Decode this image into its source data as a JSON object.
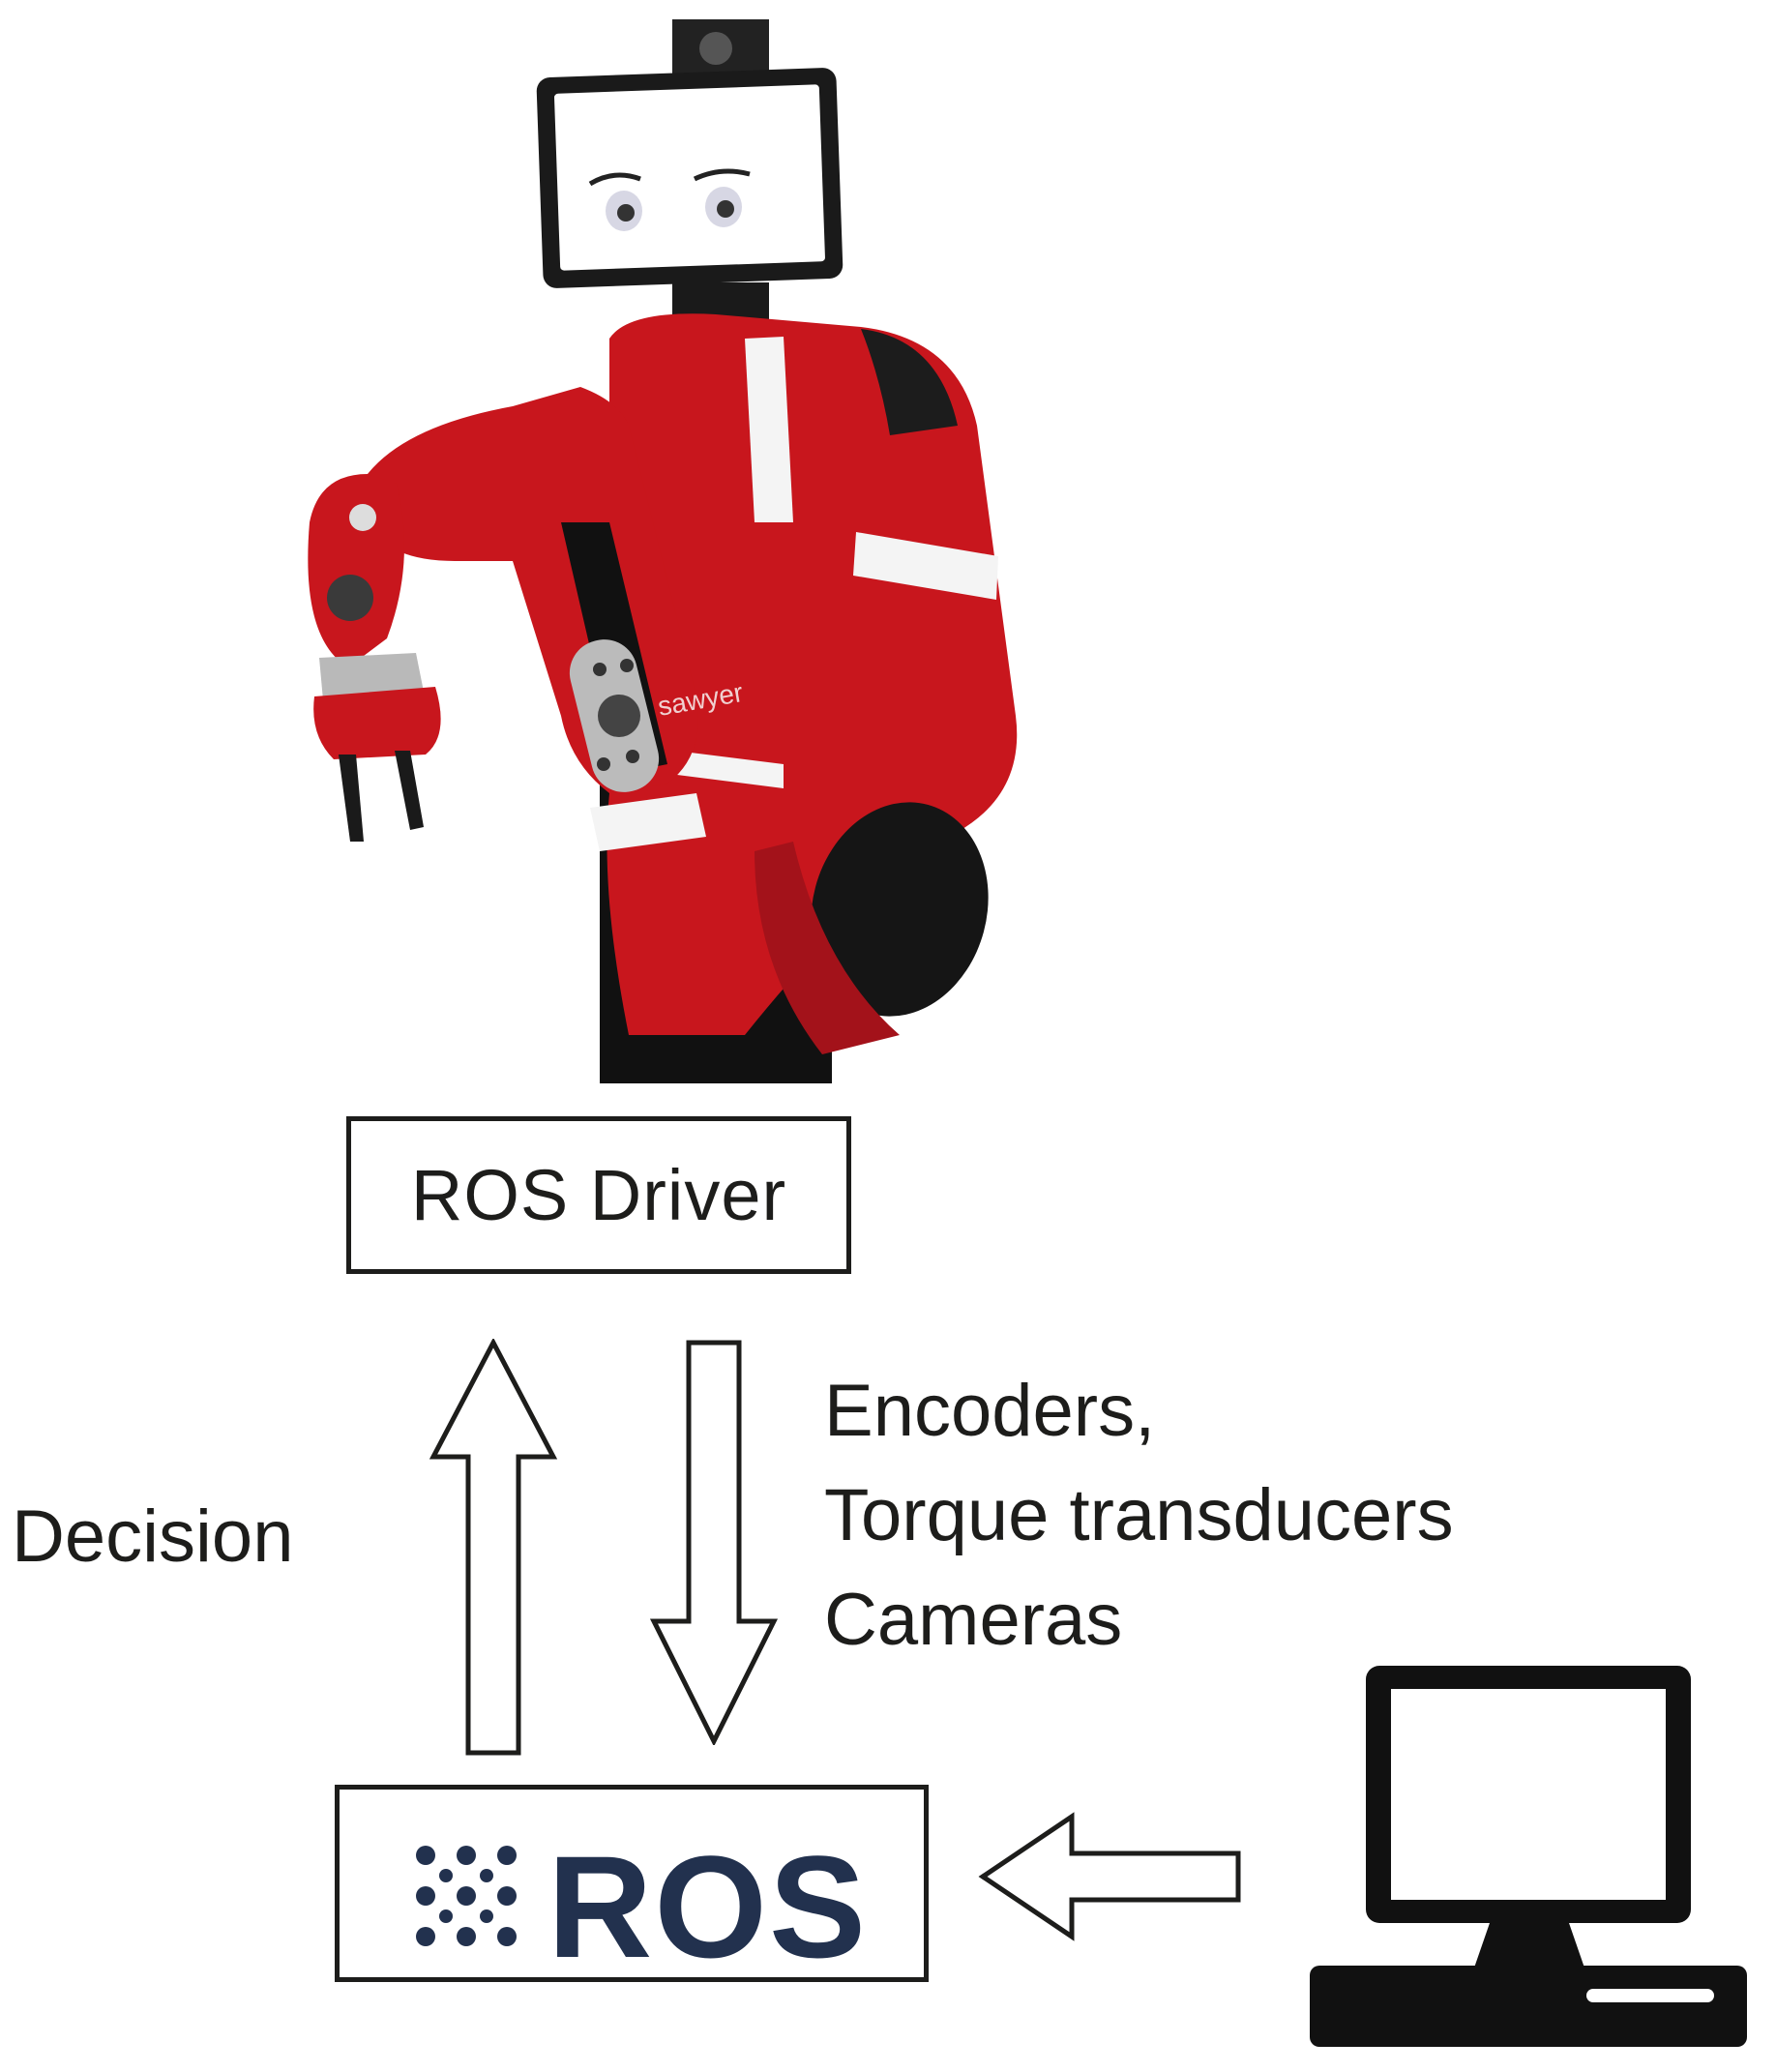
{
  "robot": {
    "brand_text": "sawyer",
    "body_color": "#c8161d",
    "accent_color": "#ffffff",
    "joint_color": "#111111",
    "icon": "robot-arm-icon"
  },
  "nodes": {
    "ros_driver": {
      "label": "ROS Driver"
    },
    "ros": {
      "label": "ROS",
      "logo_icon": "ros-dots-logo-icon",
      "logo_color": "#22314e"
    }
  },
  "edges": {
    "decision": {
      "label": "Decision",
      "direction": "up"
    },
    "sensors": {
      "direction": "down",
      "lines": [
        "Encoders,",
        "Torque transducers",
        "Cameras"
      ]
    },
    "computer_to_ros": {
      "direction": "left"
    }
  },
  "computer": {
    "icon": "desktop-computer-icon"
  }
}
